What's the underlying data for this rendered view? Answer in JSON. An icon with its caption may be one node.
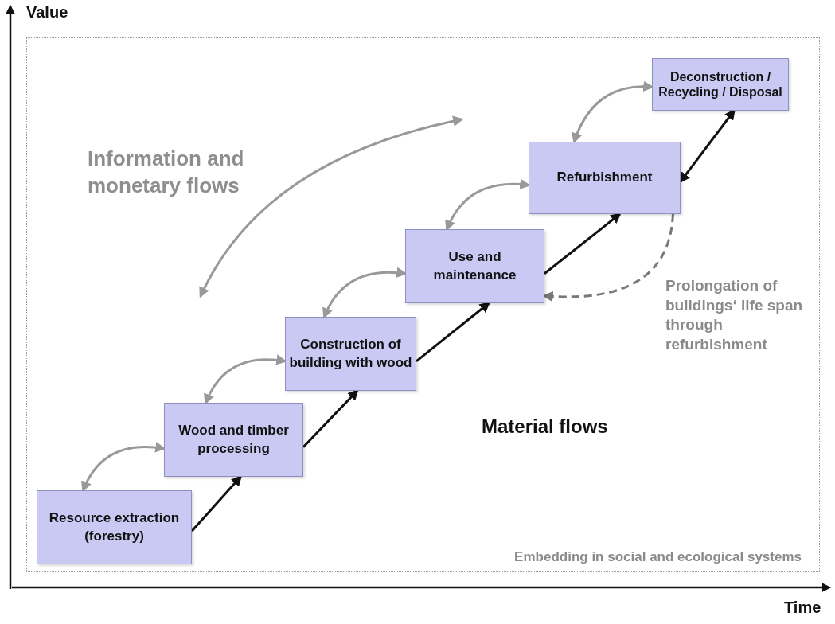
{
  "diagram": {
    "nodes": [
      {
        "text": [
          "Embedding in social and ecological systems"
        ]
      },
      {
        "text": [
          "Resource extraction (forestry)"
        ],
        "in": 0
      },
      {
        "text": [
          "Wood and timber processing"
        ],
        "in": 0
      },
      {
        "text": [
          "Construction of building with wood"
        ],
        "in": 0
      },
      {
        "text": [
          "Use and maintenance"
        ],
        "in": 0
      },
      {
        "text": [
          "Refurbishment"
        ],
        "in": 0
      },
      {
        "text": [
          "Deconstruction / Recycling / Disposal"
        ],
        "in": 0
      }
    ],
    "edges": [
      {
        "from": 1,
        "to": 2,
        "arrow": "to"
      },
      {
        "from": 2,
        "to": 3,
        "arrow": "to"
      },
      {
        "from": 3,
        "to": 4,
        "arrow": "to"
      },
      {
        "from": 4,
        "to": 5,
        "arrow": "to"
      },
      {
        "from": 5,
        "to": 6,
        "arrow": "both"
      },
      {
        "from": 1,
        "to": 2,
        "arrow": "both",
        "color": "#999999"
      },
      {
        "from": 2,
        "to": 3,
        "arrow": "both",
        "color": "#999999"
      },
      {
        "from": 3,
        "to": 4,
        "arrow": "both",
        "color": "#999999"
      },
      {
        "from": 4,
        "to": 5,
        "arrow": "both",
        "color": "#999999"
      },
      {
        "from": 5,
        "to": 6,
        "arrow": "both",
        "color": "#999999"
      },
      {
        "from": 5,
        "to": 4,
        "arrow": "to",
        "style": "dashed",
        "color": "#777777"
      }
    ],
    "labels": [
      "Value",
      "Information and monetary flows",
      "Material flows",
      "Prolongation of buildings‘ life span through refurbishment",
      "Time"
    ]
  }
}
